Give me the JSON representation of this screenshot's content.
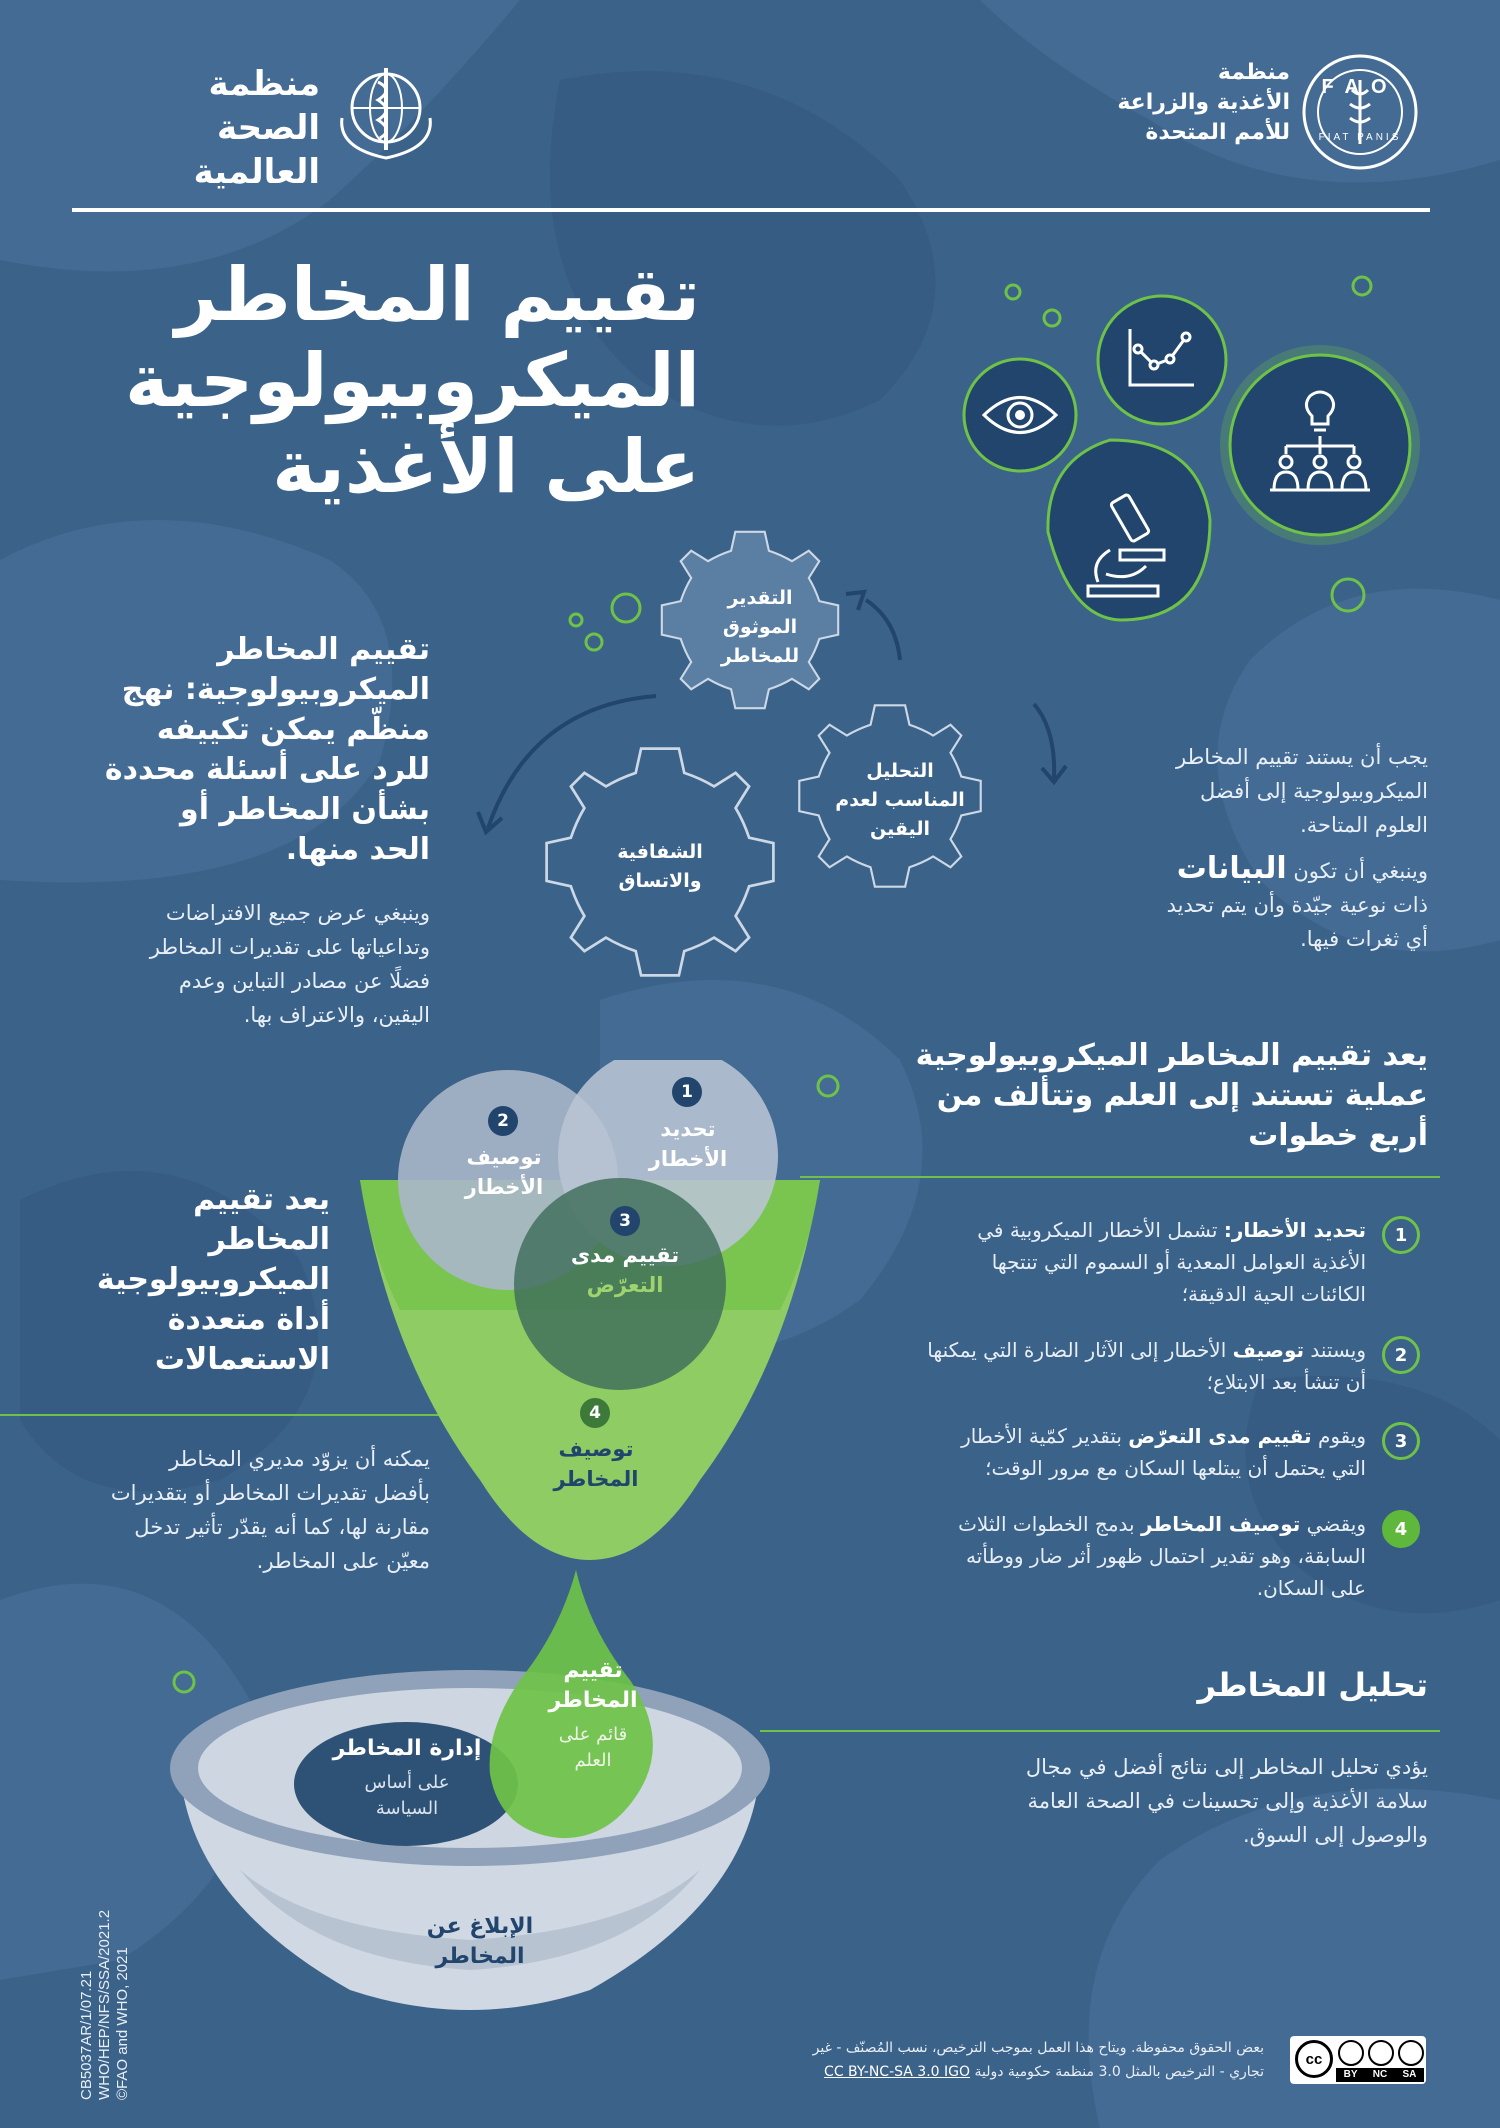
{
  "header": {
    "fao_name": [
      "منظمة",
      "الأغذية والزراعة",
      "للأمم المتحدة"
    ],
    "fao_letters": "FAO",
    "fao_motto": "FIAT PANIS",
    "who_name": [
      "منظمة",
      "الصحة العالمية"
    ]
  },
  "title": [
    "تقييم المخاطر",
    "الميكروبيولوجية",
    "على الأغذية"
  ],
  "gears": {
    "top": [
      "التقدير",
      "الموثوق",
      "للمخاطر"
    ],
    "right": [
      "التحليل",
      "المناسب لعدم",
      "اليقين"
    ],
    "left": [
      "الشفافية",
      "والاتساق"
    ]
  },
  "intro": {
    "heading": [
      "تقييم المخاطر",
      "الميكروبيولوجية: نهج",
      "منظّم يمكن تكييفه",
      "للرد على أسئلة محددة",
      "بشأن المخاطر أو",
      "الحد منها."
    ],
    "body": [
      "وينبغي عرض جميع الافتراضات",
      "وتداعياتها على تقديرات المخاطر",
      "فضلًا عن مصادر التباين وعدم",
      "اليقين، والاعتراف بها."
    ]
  },
  "science": {
    "text": [
      "يجب أن يستند تقييم المخاطر",
      "الميكروبيولوجية إلى أفضل",
      "العلوم المتاحة."
    ],
    "data_prefix": "وينبغي أن تكون",
    "data_word": "البيانات",
    "data_rest": [
      "ذات نوعية جيّدة وأن يتم تحديد",
      "أي ثغرات فيها."
    ]
  },
  "steps_heading": [
    "يعد تقييم المخاطر الميكروبيولوجية",
    "عملية تستند إلى العلم وتتألف من",
    "أربع خطوات"
  ],
  "funnel": {
    "c1_num": "1",
    "c1_label": [
      "تحديد",
      "الأخطار"
    ],
    "c2_num": "2",
    "c2_label": [
      "توصيف",
      "الأخطار"
    ],
    "c3_num": "3",
    "c3_label_1": "تقييم مدى",
    "c3_label_2": "التعرّض",
    "c4_num": "4",
    "c4_label": [
      "توصيف",
      "المخاطر"
    ]
  },
  "steps": [
    {
      "num": "1",
      "bold": "تحديد الأخطار:",
      "text": [
        "تشمل الأخطار الميكروبية في",
        "الأغذية العوامل المعدية أو السموم التي تنتجها",
        "الكائنات الحية الدقيقة؛"
      ]
    },
    {
      "num": "2",
      "pre": "ويستند",
      "bold": "توصيف",
      "text": [
        "الأخطار إلى الآثار الضارة التي يمكنها",
        "أن تنشأ بعد الابتلاع؛"
      ]
    },
    {
      "num": "3",
      "pre": "ويقوم",
      "bold": "تقييم مدى التعرّض",
      "text": [
        "بتقدير كمّية الأخطار",
        "التي يحتمل أن يبتلعها السكان مع مرور الوقت؛"
      ]
    },
    {
      "num": "4",
      "pre": "ويقضي",
      "bold": "توصيف المخاطر",
      "text": [
        "بدمج الخطوات الثلاث",
        "السابقة، وهو تقدير احتمال ظهور أثر ضار ووطأته",
        "على السكان."
      ]
    }
  ],
  "tool": {
    "heading": [
      "يعد تقييم",
      "المخاطر",
      "الميكروبيولوجية",
      "أداة متعددة",
      "الاستعمالات"
    ],
    "body": [
      "يمكنه أن يزوّد مديري المخاطر",
      "بأفضل تقديرات المخاطر أو بتقديرات",
      "مقارنة لها، كما أنه يقدّر تأثير تدخل",
      "معيّن على المخاطر."
    ]
  },
  "analysis": {
    "heading": "تحليل المخاطر",
    "body": [
      "يؤدي تحليل المخاطر إلى نتائج أفضل في مجال",
      "سلامة الأغذية وإلى تحسينات في الصحة العامة",
      "والوصول إلى السوق."
    ]
  },
  "bowl": {
    "management_title": "إدارة المخاطر",
    "management_sub": [
      "على أساس",
      "السياسة"
    ],
    "assessment_title": [
      "تقييم",
      "المخاطر"
    ],
    "assessment_sub": [
      "قائم على",
      "العلم"
    ],
    "communication": [
      "الإبلاغ عن",
      "المخاطر"
    ]
  },
  "footer": {
    "codes": [
      "CB5037AR/1/07.21",
      "WHO/HEP/NFS/SSA/2021.2",
      "©FAO and WHO, 2021"
    ],
    "license_line1": "بعض الحقوق محفوظة. ويتاح هذا العمل بموجب الترخيص، نسب المُصنّف - غير",
    "license_line2_a": "تجاري - الترخيص بالمثل 3.0 منظمة حكومية دولية",
    "license_link": "CC BY-NC-SA 3.0 IGO",
    "cc_labels": [
      "BY",
      "NC",
      "SA"
    ],
    "cc_mark": "cc"
  },
  "colors": {
    "background": "#3b6289",
    "dark_blue": "#21456c",
    "green": "#6fc248",
    "light_green": "#9ed36f",
    "gray_circle": "#a9b6c9"
  }
}
